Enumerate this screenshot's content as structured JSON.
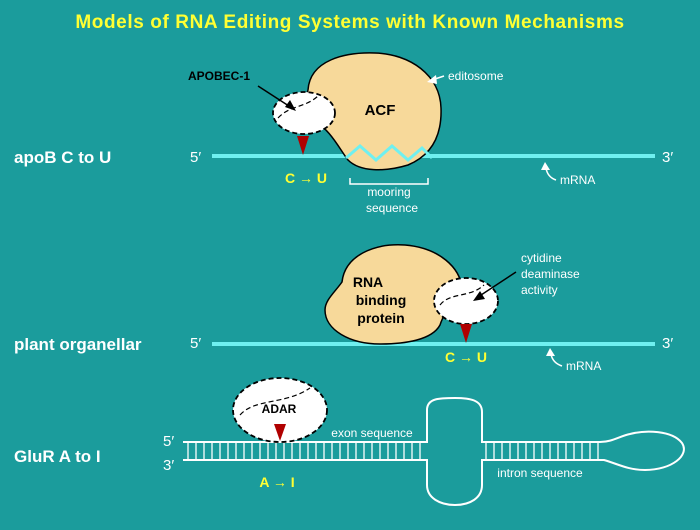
{
  "title": "Models of RNA Editing Systems with Known Mechanisms",
  "colors": {
    "background": "#1b9c9c",
    "mrna": "#6ff0f0",
    "protein": "#f7d99a",
    "deaminase": "#ffffff",
    "editing_site": "#b00000",
    "title": "#ffff33"
  },
  "panel1": {
    "label": "apoB C to U",
    "five_prime": "5′",
    "three_prime": "3′",
    "apobec_label": "APOBEC-1",
    "acf_label": "ACF",
    "editosome_label": "editosome",
    "edit_label": "C → U",
    "mooring_line1": "mooring",
    "mooring_line2": "sequence",
    "mrna_label": "mRNA"
  },
  "panel2": {
    "label": "plant organellar",
    "five_prime": "5′",
    "three_prime": "3′",
    "rbp_line1": "RNA",
    "rbp_line2": "binding",
    "rbp_line3": "protein",
    "deaminase_line1": "cytidine",
    "deaminase_line2": "deaminase",
    "deaminase_line3": "activity",
    "edit_label": "C → U",
    "mrna_label": "mRNA"
  },
  "panel3": {
    "label": "GluR A to I",
    "five_prime": "5′",
    "three_prime": "3′",
    "adar_label": "ADAR",
    "exon_label": "exon sequence",
    "intron_label": "intron sequence",
    "edit_label": "A → I"
  }
}
